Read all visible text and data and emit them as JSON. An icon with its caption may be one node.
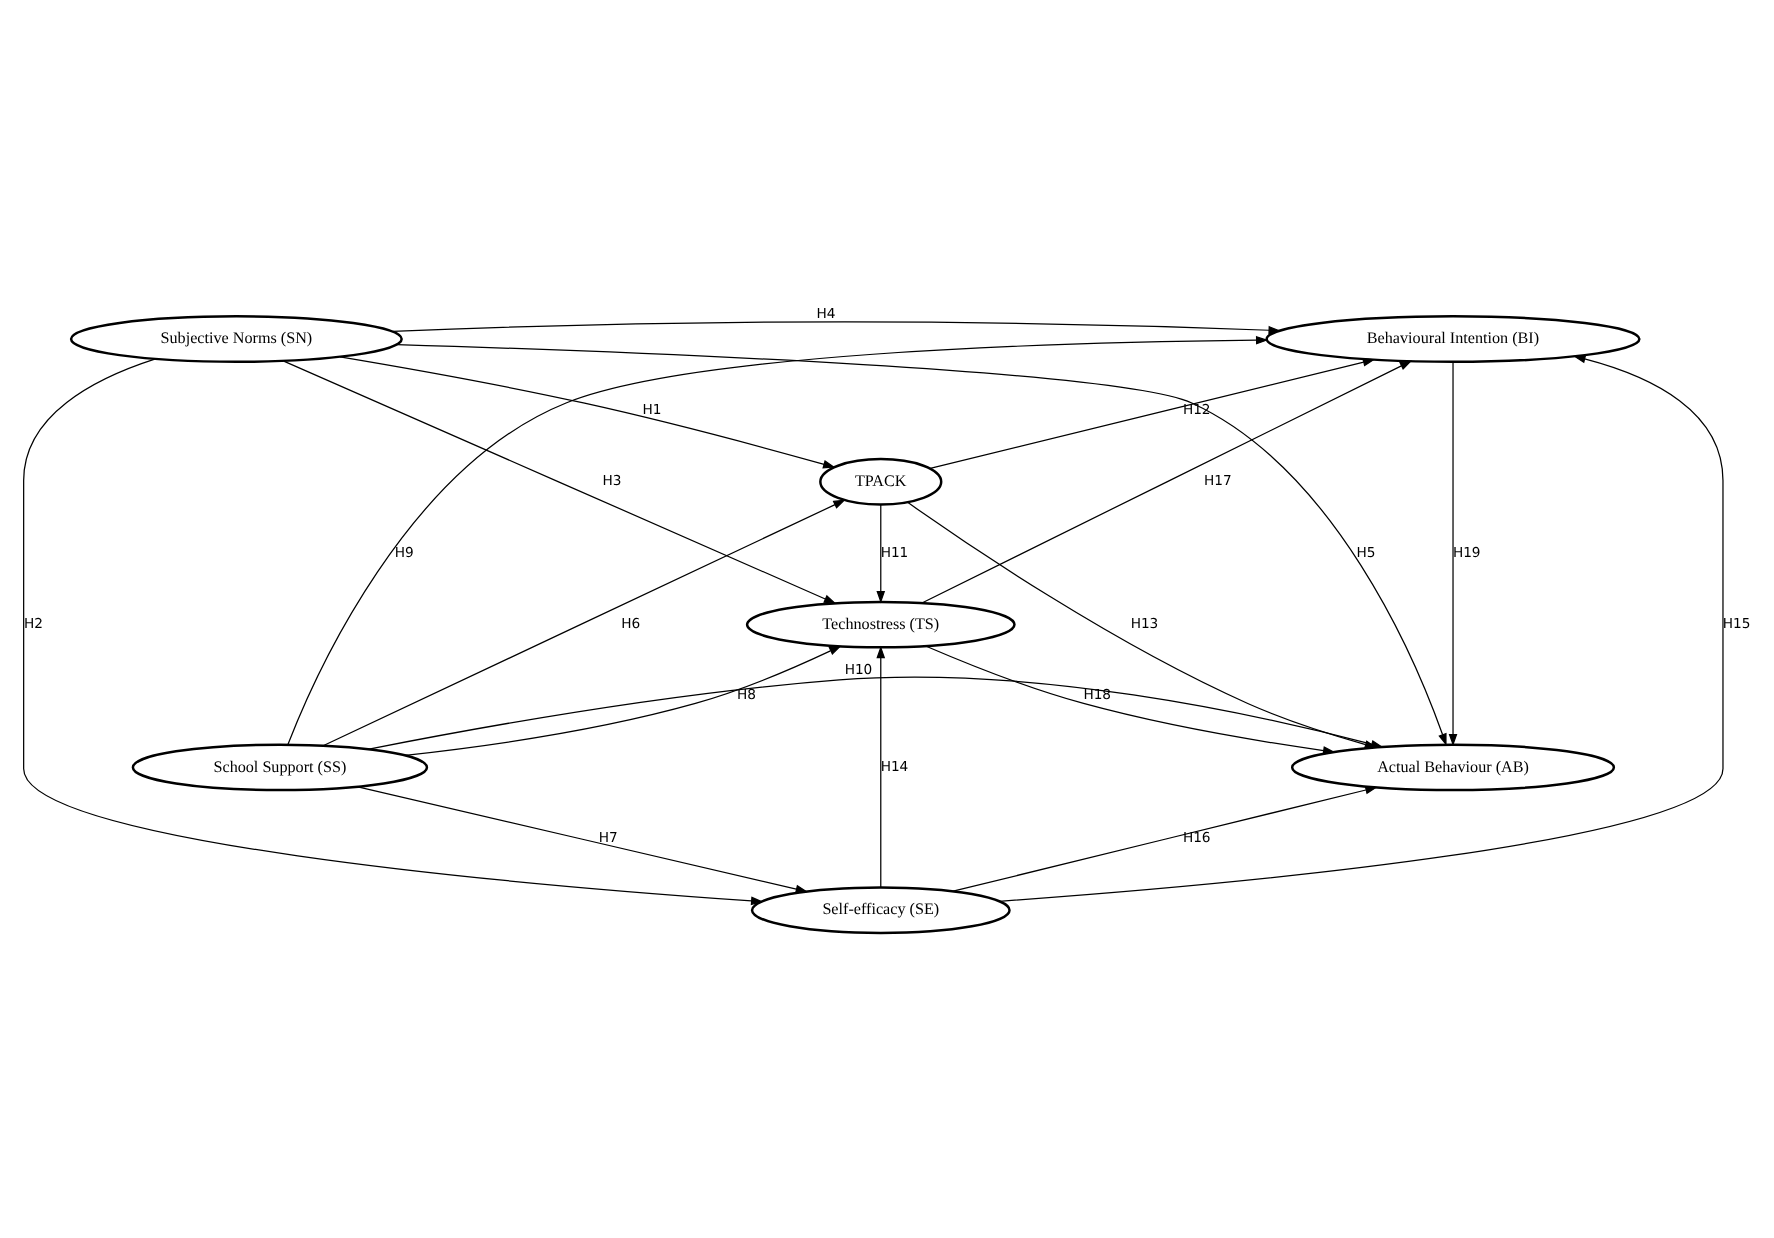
{
  "diagram": {
    "nodes": [
      {
        "text": [
          "Subjective Norms (SN)"
        ]
      },
      {
        "text": [
          "School Support (SS)"
        ]
      },
      {
        "text": [
          "TPACK"
        ]
      },
      {
        "text": [
          "Technostress (TS)"
        ]
      },
      {
        "text": [
          "Self-efficacy (SE)"
        ]
      },
      {
        "text": [
          "Behavioural Intention (BI)"
        ]
      },
      {
        "text": [
          "Actual Behaviour (AB)"
        ]
      }
    ],
    "edges": [
      {
        "from": 0,
        "to": 2,
        "arrow": "to",
        "label": "H1"
      },
      {
        "from": 0,
        "to": 4,
        "arrow": "to",
        "label": "H2"
      },
      {
        "from": 0,
        "to": 3,
        "arrow": "to",
        "label": "H3"
      },
      {
        "from": 0,
        "to": 5,
        "arrow": "to",
        "label": "H4"
      },
      {
        "from": 0,
        "to": 6,
        "arrow": "to",
        "label": "H5"
      },
      {
        "from": 1,
        "to": 2,
        "arrow": "to",
        "label": "H6"
      },
      {
        "from": 1,
        "to": 4,
        "arrow": "to",
        "label": "H7"
      },
      {
        "from": 1,
        "to": 3,
        "arrow": "to",
        "label": "H8"
      },
      {
        "from": 1,
        "to": 5,
        "arrow": "to",
        "label": "H9"
      },
      {
        "from": 1,
        "to": 6,
        "arrow": "to",
        "label": "H10"
      },
      {
        "from": 2,
        "to": 3,
        "arrow": "to",
        "label": "H11"
      },
      {
        "from": 2,
        "to": 5,
        "arrow": "to",
        "label": "H12"
      },
      {
        "from": 2,
        "to": 6,
        "arrow": "to",
        "label": "H13"
      },
      {
        "from": 4,
        "to": 3,
        "arrow": "to",
        "label": "H14"
      },
      {
        "from": 4,
        "to": 5,
        "arrow": "to",
        "label": "H15"
      },
      {
        "from": 4,
        "to": 6,
        "arrow": "to",
        "label": "H16"
      },
      {
        "from": 3,
        "to": 5,
        "arrow": "to",
        "label": "H17"
      },
      {
        "from": 3,
        "to": 6,
        "arrow": "to",
        "label": "H18"
      },
      {
        "from": 5,
        "to": 6,
        "arrow": "to",
        "label": "H19"
      }
    ]
  }
}
